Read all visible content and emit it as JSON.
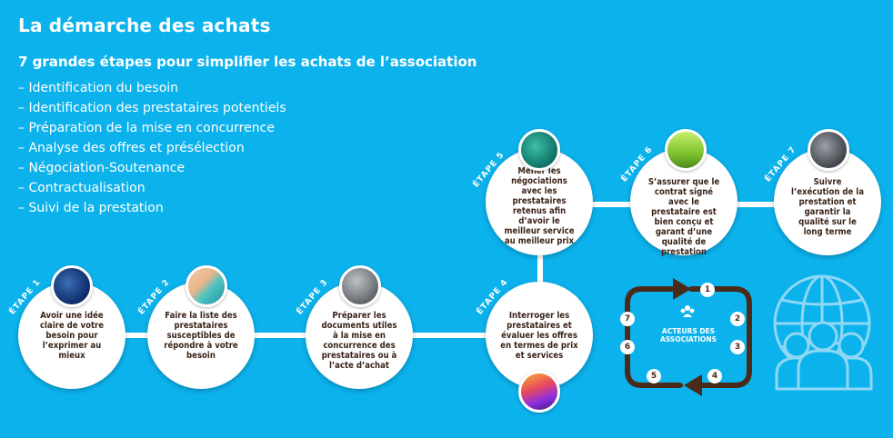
{
  "header": {
    "title": "La démarche des achats",
    "subtitle": "7 grandes étapes pour simplifier les achats de l’association"
  },
  "summary_list": [
    "– Identification du besoin",
    "– Identification des prestataires potentiels",
    "– Préparation de la mise en concurrence",
    "– Analyse des offres et présélection",
    "– Négociation-Soutenance",
    "– Contractualisation",
    "– Suivi de la prestation"
  ],
  "steps": [
    {
      "label": "ÉTAPE 1",
      "text": "Avoir une idée claire de votre besoin pour l’exprimer au mieux",
      "thumb": "dark-blue-texture"
    },
    {
      "label": "ÉTAPE 2",
      "text": "Faire la liste des prestataires susceptibles de répondre à votre besoin",
      "thumb": "beach-wave"
    },
    {
      "label": "ÉTAPE 3",
      "text": "Préparer les documents utiles à la mise en concurrence des prestataires ou à l’acte d’achat",
      "thumb": "grey-stone"
    },
    {
      "label": "ÉTAPE 4",
      "text": "Interroger les prestataires et évaluer les offres en termes de prix et services",
      "thumb": "colorful-field"
    },
    {
      "label": "ÉTAPE 5",
      "text": "Mener les négociations avec les prestataires retenus afin d’avoir le meilleur service au meilleur prix",
      "thumb": "green-net"
    },
    {
      "label": "ÉTAPE 6",
      "text": "S’assurer que le contrat signé avec le prestataire est bien conçu et garant d’une qualité de prestation",
      "thumb": "green-grass"
    },
    {
      "label": "ÉTAPE 7",
      "text": "Suivre l’exécution de la prestation et garantir la qualité sur le long terme",
      "thumb": "grey-rock"
    }
  ],
  "cycle": {
    "center_label": "ACTEURS DES ASSOCIATIONS",
    "numbers": [
      "1",
      "2",
      "3",
      "4",
      "5",
      "6",
      "7"
    ],
    "icon": "people-icon",
    "frame_color": "#4a2a18"
  },
  "globe_people": {
    "icon": "globe-people-icon"
  },
  "colors": {
    "background": "#0cb2ec",
    "text_dark": "#3a2418",
    "cycle_brown": "#4a2a18"
  }
}
